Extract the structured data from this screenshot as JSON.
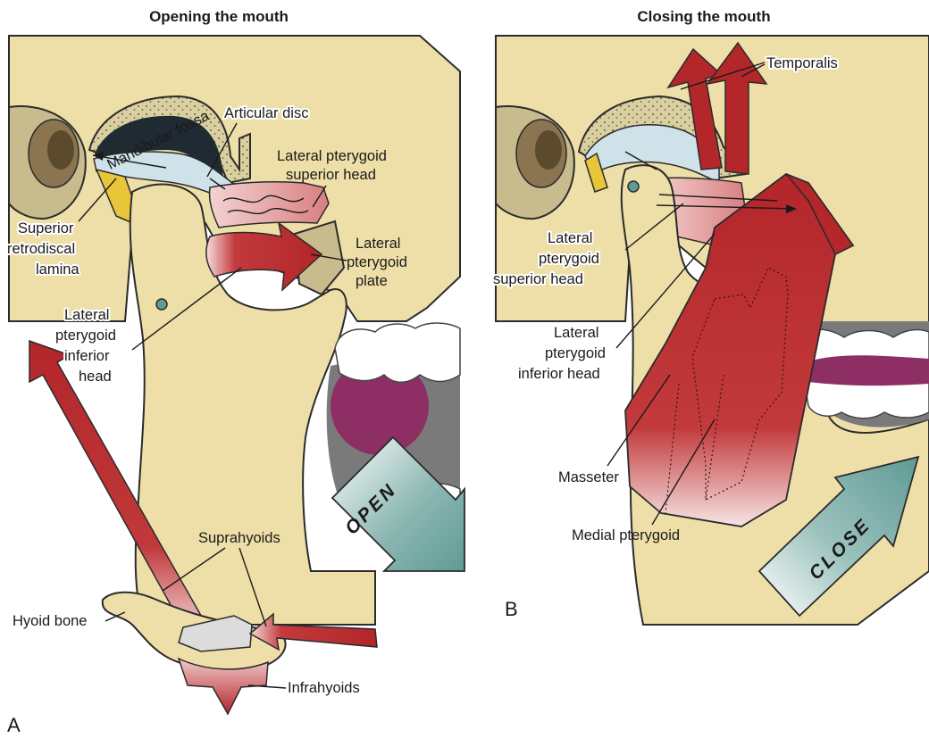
{
  "colors": {
    "bone": "#eedfa8",
    "bone_shadow": "#c8bb8e",
    "muscle_red": "#b3262a",
    "disc_blue": "#cfe2ea",
    "open_arrow": "#5f9a95",
    "fossa_dark": "#1f2a33",
    "tongue": "#8d2f64"
  },
  "panel_a": {
    "title": "Opening the mouth",
    "letter": "A",
    "open_label": "OPEN",
    "labels": {
      "mandibular_fossa": "Mandibular fossa",
      "articular_disc": "Articular disc",
      "lat_pter_sup_1": "Lateral pterygoid",
      "lat_pter_sup_2": "superior head",
      "superior_1": "Superior",
      "superior_2": "retrodiscal",
      "superior_3": "lamina",
      "lat_plate_1": "Lateral",
      "lat_plate_2": "pterygoid",
      "lat_plate_3": "plate",
      "lat_inf_1": "Lateral",
      "lat_inf_2": "pterygoid",
      "lat_inf_3": "inferior",
      "lat_inf_4": "head",
      "suprahyoids": "Suprahyoids",
      "hyoid_bone": "Hyoid bone",
      "infrahyoids": "Infrahyoids"
    }
  },
  "panel_b": {
    "title": "Closing the mouth",
    "letter": "B",
    "close_label": "CLOSE",
    "labels": {
      "temporalis": "Temporalis",
      "lat_sup_1": "Lateral",
      "lat_sup_2": "pterygoid",
      "lat_sup_3": "superior head",
      "lat_inf_1": "Lateral",
      "lat_inf_2": "pterygoid",
      "lat_inf_3": "inferior head",
      "masseter": "Masseter",
      "medial_pterygoid": "Medial pterygoid"
    }
  }
}
